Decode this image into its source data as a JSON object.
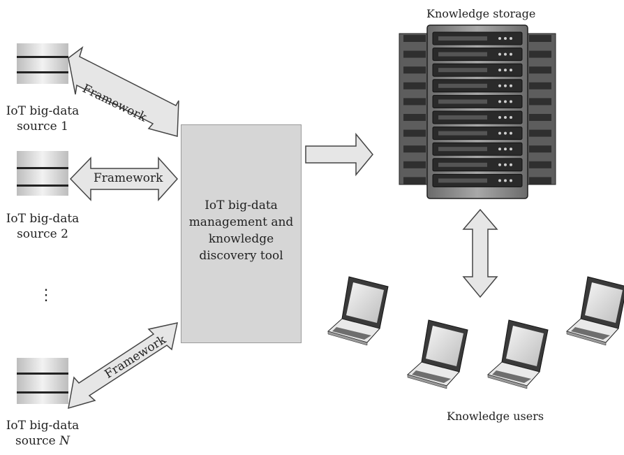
{
  "sources": [
    {
      "line1": "IoT big-data",
      "line2": "source 1"
    },
    {
      "line1": "IoT big-data",
      "line2": "source 2"
    },
    {
      "line1": "IoT big-data",
      "line2": "source ",
      "line2_italic": "N"
    }
  ],
  "ellipsis": "⋮",
  "framework_labels": [
    "Framework",
    "Framework",
    "Framework"
  ],
  "tool": {
    "lines": [
      "IoT big-data",
      "management and",
      "knowledge",
      "discovery tool"
    ]
  },
  "storage_label": "Knowledge storage",
  "users_label": "Knowledge users"
}
